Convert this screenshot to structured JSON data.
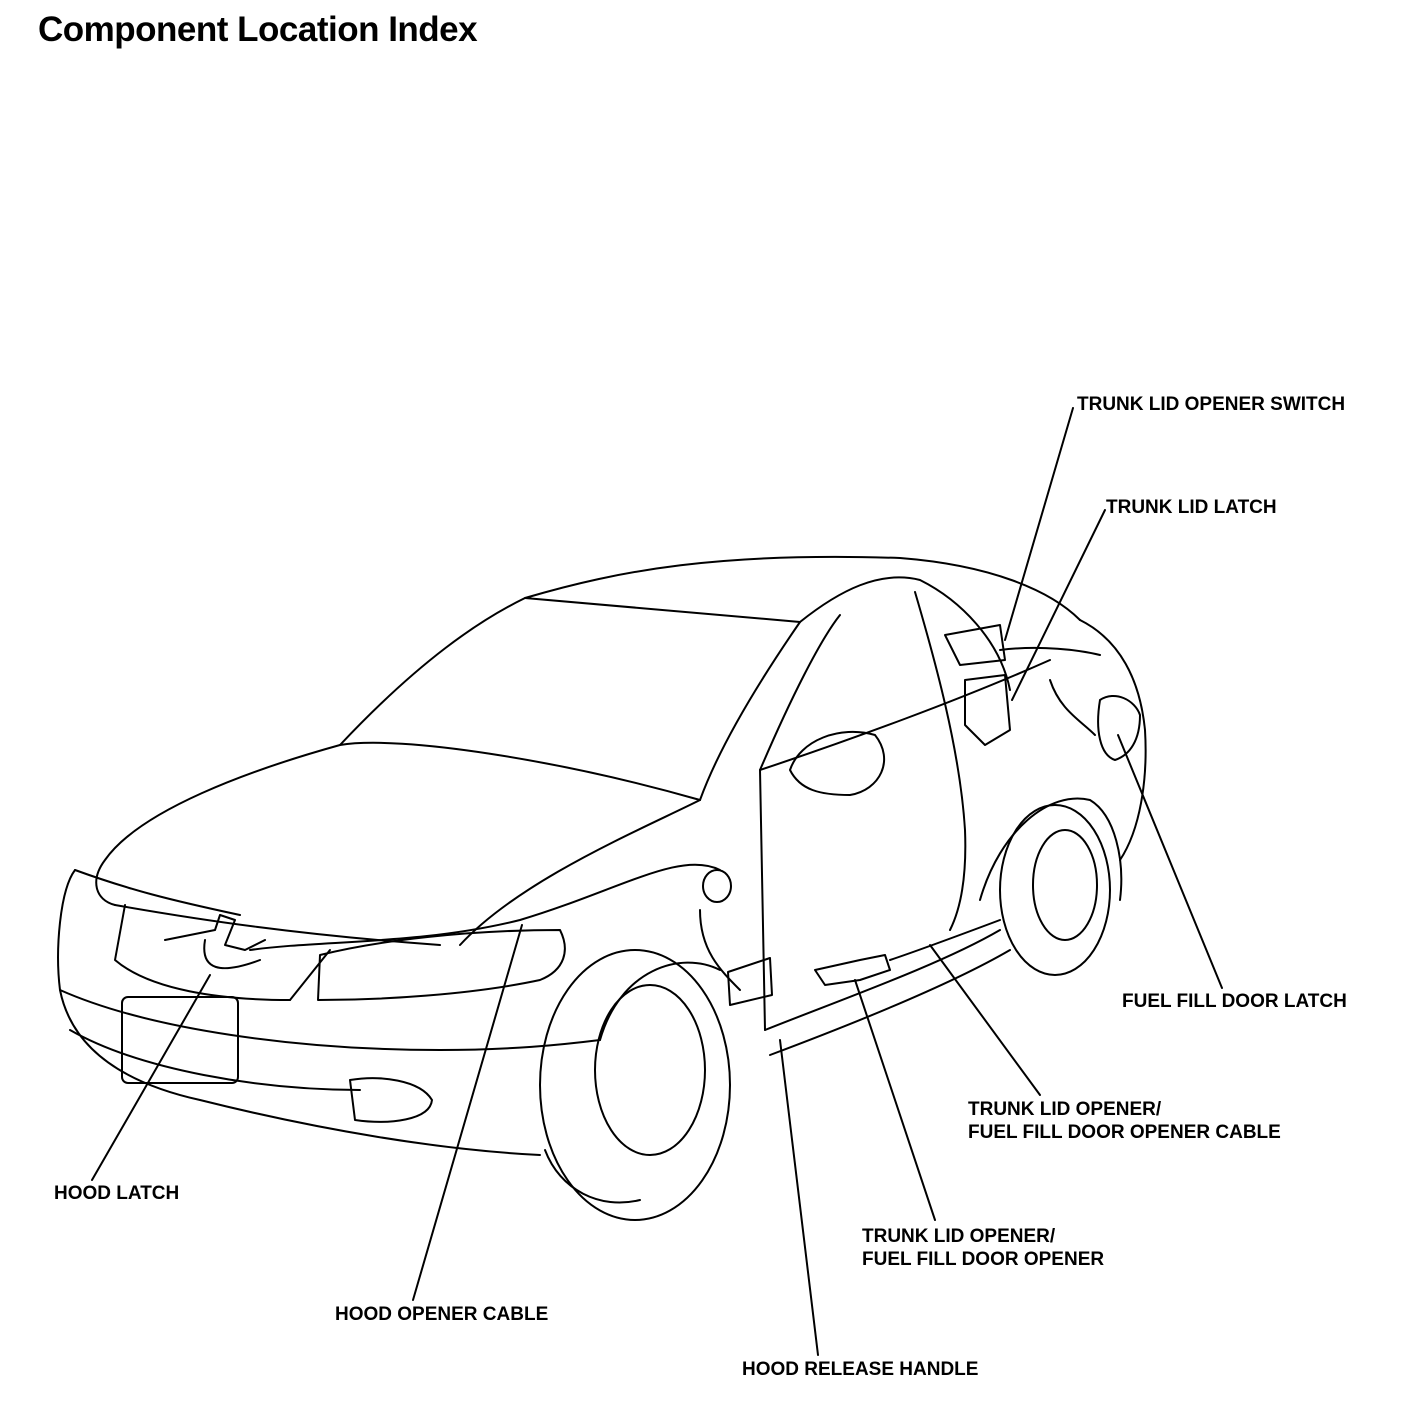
{
  "page": {
    "title": "Component Location Index"
  },
  "callouts": {
    "trunk_lid_opener_switch": "TRUNK LID OPENER SWITCH",
    "trunk_lid_latch": "TRUNK LID LATCH",
    "fuel_fill_door_latch": "FUEL FILL DOOR LATCH",
    "opener_cable": {
      "line1": "TRUNK LID OPENER/",
      "line2": "FUEL FILL DOOR OPENER CABLE"
    },
    "opener": {
      "line1": "TRUNK LID OPENER/",
      "line2": "FUEL FILL DOOR OPENER"
    },
    "hood_latch": "HOOD LATCH",
    "hood_opener_cable": "HOOD OPENER CABLE",
    "hood_release_handle": "HOOD RELEASE HANDLE"
  }
}
